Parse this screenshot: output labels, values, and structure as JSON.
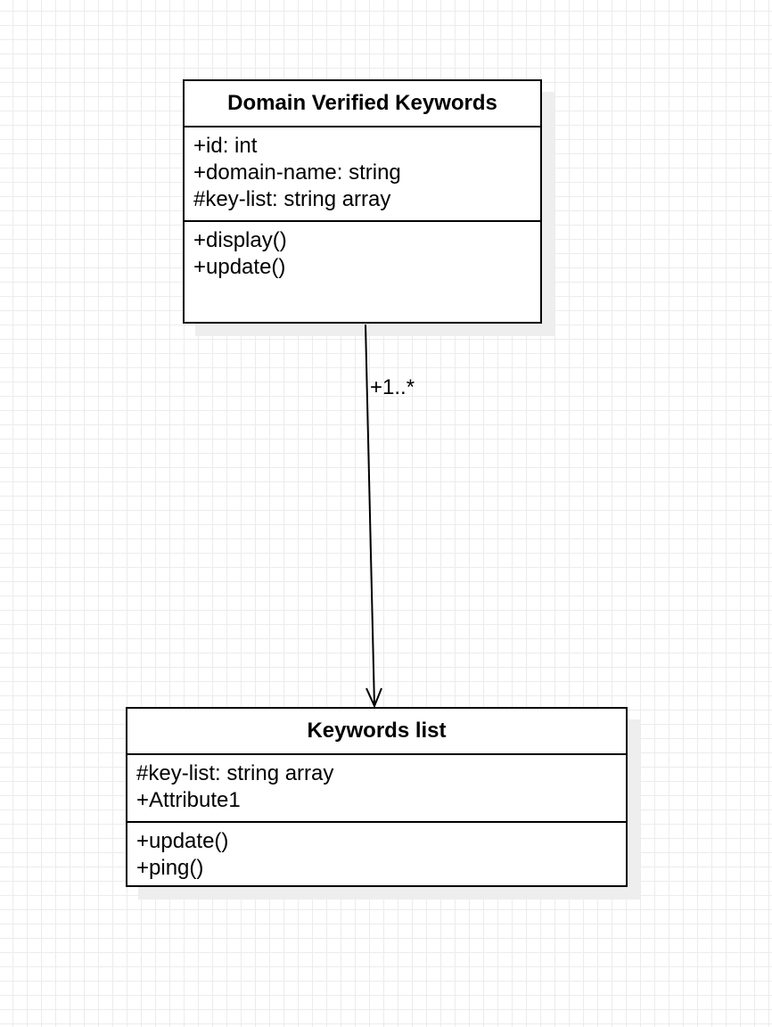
{
  "diagram": {
    "classes": [
      {
        "name": "Domain Verified Keywords",
        "attributes": [
          "+id: int",
          "+domain-name: string",
          "#key-list: string array"
        ],
        "methods": [
          "+display()",
          "+update()"
        ]
      },
      {
        "name": "Keywords list",
        "attributes": [
          "#key-list: string array",
          "+Attribute1"
        ],
        "methods": [
          "+update()",
          "+ping()"
        ]
      }
    ],
    "association": {
      "from": "Domain Verified Keywords",
      "to": "Keywords list",
      "multiplicity": "+1..*",
      "arrow": "open-arrow"
    }
  },
  "colors": {
    "border": "#000000",
    "shadow": "#eeeeee",
    "grid": "#ececec",
    "background": "#ffffff"
  }
}
